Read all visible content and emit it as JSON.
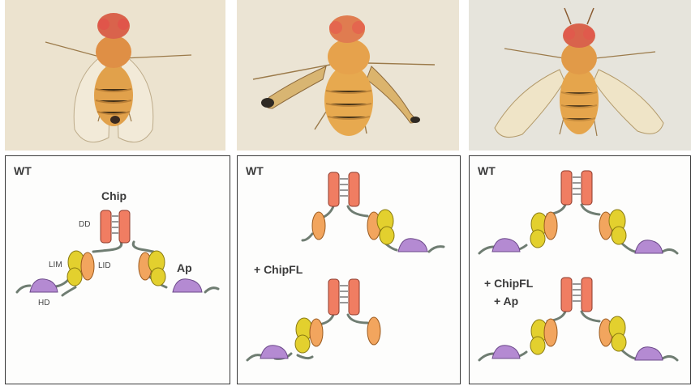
{
  "colors": {
    "dimer": "#f07d62",
    "lim": "#e3d02e",
    "lid": "#f2a55e",
    "homeodomain": "#b48ad2",
    "linker": "#6f7d72",
    "photo_bg_1": "#ece3cf",
    "photo_bg_2": "#ebe4d4",
    "photo_bg_3": "#e6e4dc",
    "fly_body": "#e8a84e",
    "fly_head": "#d9634c"
  },
  "panels": [
    {
      "title": "WT",
      "labels": {
        "chip": "Chip",
        "dd": "DD",
        "lim": "LIM",
        "lid": "LID",
        "hd": "HD",
        "ap": "Ap"
      }
    },
    {
      "title": "WT",
      "condition": "+ ChipFL"
    },
    {
      "title": "WT",
      "condition_line1": "+ ChipFL",
      "condition_line2": "+ Ap"
    }
  ]
}
